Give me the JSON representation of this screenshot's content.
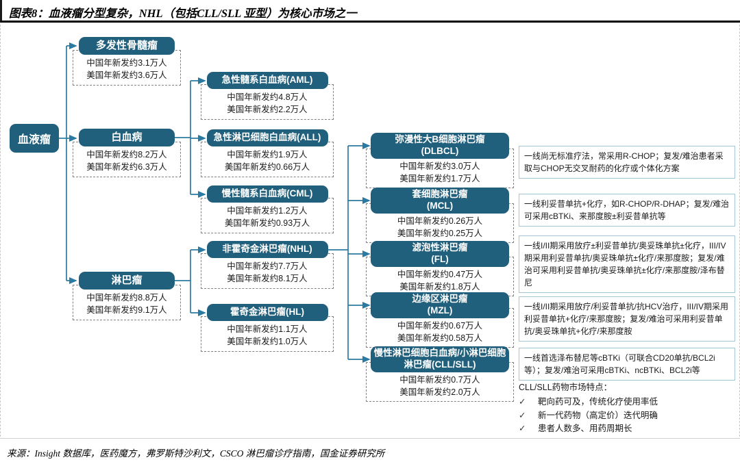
{
  "title": "图表8：血液瘤分型复杂，NHL（包括CLL/SLL 亚型）为核心市场之一",
  "source": "来源：Insight 数据库，医药魔方，弗罗斯特沙利文，CSCO 淋巴瘤诊疗指南，国金证券研究所",
  "colors": {
    "node_fill": "#21607d",
    "connector": "#2b7aa1",
    "stats_border": "#828282",
    "note_border": "#a3c6d8"
  },
  "root": {
    "label": "血液瘤"
  },
  "level1": [
    {
      "label": "多发性骨髓瘤",
      "china": "中国年新发约3.1万人",
      "us": "美国年新发约3.6万人"
    },
    {
      "label": "白血病",
      "china": "中国年新发约8.2万人",
      "us": "美国年新发约6.3万人"
    },
    {
      "label": "淋巴瘤",
      "china": "中国年新发约8.8万人",
      "us": "美国年新发约9.1万人"
    }
  ],
  "level2": [
    {
      "label": "急性髓系白血病(AML)",
      "china": "中国年新发约4.8万人",
      "us": "美国年新发约2.2万人"
    },
    {
      "label": "急性淋巴细胞白血病(ALL)",
      "china": "中国年新发约1.9万人",
      "us": "美国年新发约0.66万人"
    },
    {
      "label": "慢性髓系白血病(CML)",
      "china": "中国年新发约1.2万人",
      "us": "美国年新发约0.93万人"
    },
    {
      "label": "非霍奇金淋巴瘤(NHL)",
      "china": "中国年新发约7.7万人",
      "us": "美国年新发约8.1万人"
    },
    {
      "label": "霍奇金淋巴瘤(HL)",
      "china": "中国年新发约1.1万人",
      "us": "美国年新发约1.0万人"
    }
  ],
  "level3": [
    {
      "label": "弥漫性大B细胞淋巴瘤",
      "abbr": "(DLBCL)",
      "china": "中国年新发约3.0万人",
      "us": "美国年新发约1.7万人",
      "note": "一线尚无标准疗法，常采用R-CHOP；复发/难治患者采取与CHOP无交叉耐药的化疗或个体化方案"
    },
    {
      "label": "套细胞淋巴瘤",
      "abbr": "(MCL)",
      "china": "中国年新发约0.26万人",
      "us": "美国年新发约0.25万人",
      "note": "一线利妥昔单抗+化疗，如R-CHOP/R-DHAP；复发/难治可采用cBTKi、来那度胺±利妥昔单抗等"
    },
    {
      "label": "滤泡性淋巴瘤",
      "abbr": "(FL)",
      "china": "中国年新发约0.47万人",
      "us": "美国年新发约1.8万人",
      "note": "一线I/II期采用放疗±利妥昔单抗/奥妥珠单抗±化疗，III/IV期采用利妥昔单抗/奥妥珠单抗±化疗/来那度胺；复发/难治可采用利妥昔单抗/奥妥珠单抗±化疗/来那度胺/泽布替尼"
    },
    {
      "label": "边缘区淋巴瘤",
      "abbr": "(MZL)",
      "china": "中国年新发约0.67万人",
      "us": "美国年新发约0.58万人",
      "note": "一线I/II期采用放疗/利妥昔单抗/抗HCV治疗，III/IV期采用利妥昔单抗+化疗/来那度胺；复发/难治可采用利妥昔单抗/奥妥珠单抗+化疗/来那度胺"
    },
    {
      "label": "慢性淋巴细胞白血病/小淋巴细胞淋巴瘤(CLL/SLL)",
      "abbr": "",
      "china": "中国年新发约0.7万人",
      "us": "美国年新发约2.0万人",
      "note": "一线首选泽布替尼等cBTKi（可联合CD20单抗/BCL2i等）；复发/难治可采用cBTKi、ncBTKi、BCL2i等"
    }
  ],
  "market": {
    "heading": "CLL/SLL药物市场特点：",
    "check": "✓",
    "items": [
      "靶向药可及，传统化疗使用率低",
      "新一代药物（高定价）迭代明确",
      "患者人数多、用药周期长"
    ]
  }
}
